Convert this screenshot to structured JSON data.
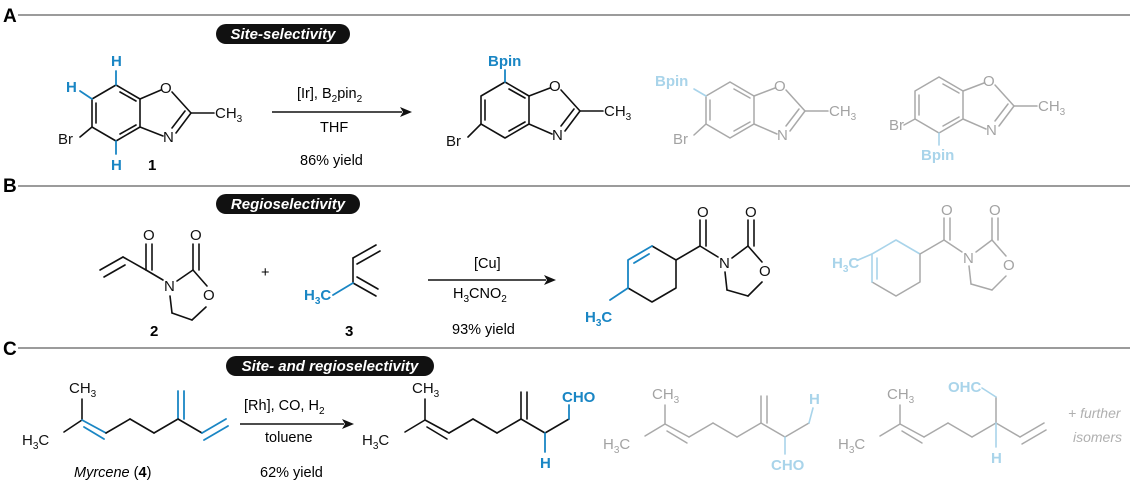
{
  "sections": [
    {
      "letter": "A",
      "tag": "Site-selectivity"
    },
    {
      "letter": "B",
      "tag": "Regioselectivity"
    },
    {
      "letter": "C",
      "tag": "Site- and regioselectivity"
    }
  ],
  "reaction_a": {
    "cond_top_pre": "[Ir], B",
    "cond_top_sub1": "2",
    "cond_top_mid": "pin",
    "cond_top_sub2": "2",
    "cond_mid": "THF",
    "yield": "86% yield",
    "compound_number": "1",
    "atoms": {
      "Br": "Br",
      "O": "O",
      "N": "N",
      "CH": "CH",
      "three": "3",
      "H": "H",
      "Bpin": "Bpin"
    }
  },
  "reaction_b": {
    "catalyst": "[Cu]",
    "solvent_pre": "H",
    "solvent_sub1": "3",
    "solvent_post": "CNO",
    "solvent_sub2": "2",
    "yield": "93% yield",
    "plus": "+",
    "compound_2": "2",
    "compound_3": "3",
    "atoms": {
      "O": "O",
      "N": "N",
      "H": "H",
      "C": "C",
      "three": "3"
    }
  },
  "reaction_c": {
    "cond_top_pre": "[Rh], CO, H",
    "cond_top_sub": "2",
    "solvent": "toluene",
    "yield": "62% yield",
    "substrate_name": "Myrcene",
    "substrate_num": "4",
    "paren_open": "(",
    "paren_close": ")",
    "more_isomers_1": "+ further",
    "more_isomers_2": "isomers",
    "atoms": {
      "CH": "CH",
      "three": "3",
      "H": "H",
      "C": "C",
      "CHO": "CHO",
      "OHC": "OHC"
    }
  }
}
